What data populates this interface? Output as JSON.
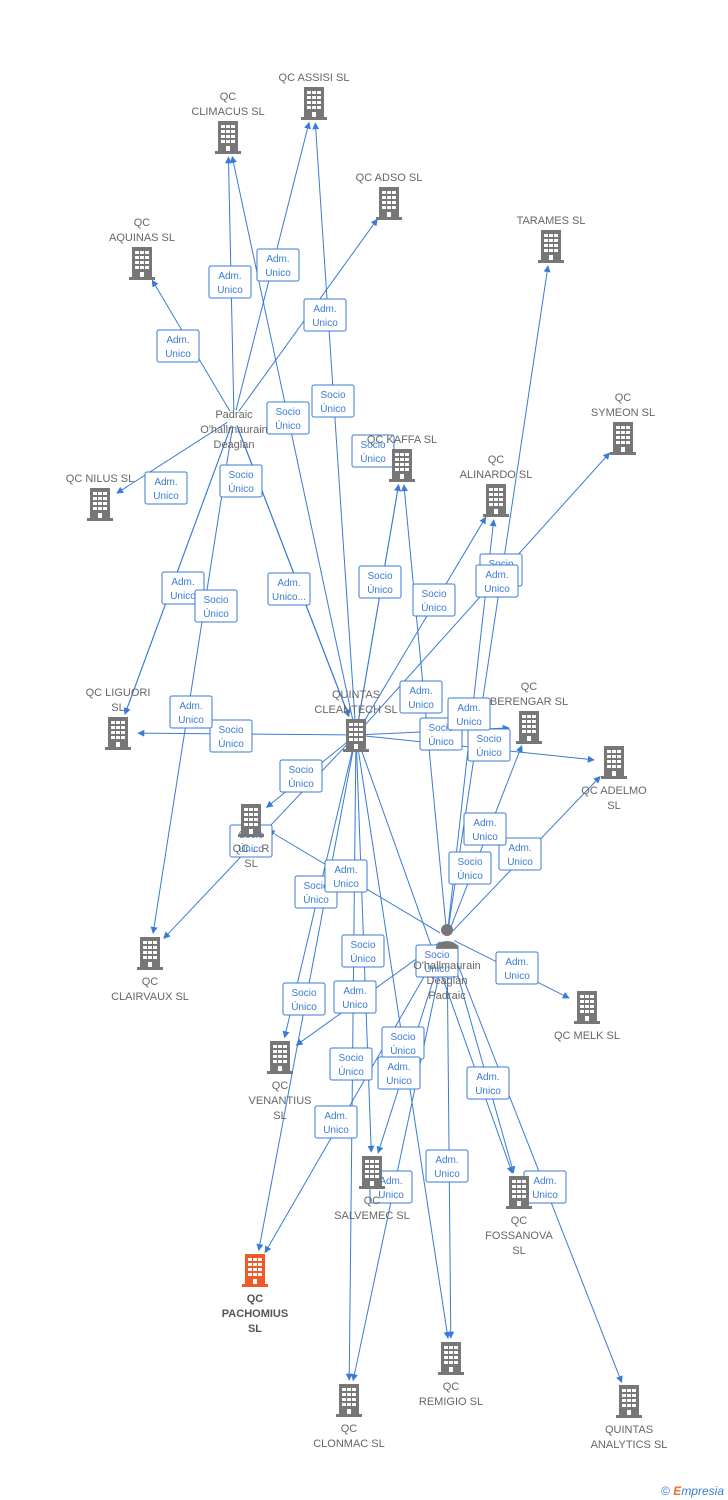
{
  "colors": {
    "edge": "#3a7bd5",
    "company": "#777777",
    "highlight": "#f05a28",
    "person": "#777777"
  },
  "footer": {
    "copyright": "©",
    "brand_initial": "E",
    "brand_rest": "mpresia"
  },
  "nodes": [
    {
      "id": "assisi",
      "type": "company",
      "lines": [
        "QC ASSISI  SL"
      ]
    },
    {
      "id": "climacus",
      "type": "company",
      "lines": [
        "QC",
        "CLIMACUS  SL"
      ]
    },
    {
      "id": "adso",
      "type": "company",
      "lines": [
        "QC ADSO  SL"
      ]
    },
    {
      "id": "aquinas",
      "type": "company",
      "lines": [
        "QC",
        "AQUINAS  SL"
      ]
    },
    {
      "id": "tarames",
      "type": "company",
      "lines": [
        "TARAMES  SL"
      ]
    },
    {
      "id": "symeon",
      "type": "company",
      "lines": [
        "QC",
        "SYMEON  SL"
      ]
    },
    {
      "id": "padraic1",
      "type": "person_label",
      "lines": [
        "Padraic",
        "O'hallmaurain",
        "Deaglan"
      ]
    },
    {
      "id": "kaffa",
      "type": "company",
      "lines": [
        "QC KAFFA  SL"
      ]
    },
    {
      "id": "nilus",
      "type": "company",
      "lines": [
        "QC NILUS  SL"
      ]
    },
    {
      "id": "alinardo",
      "type": "company",
      "lines": [
        "QC",
        "ALINARDO  SL"
      ]
    },
    {
      "id": "liguori",
      "type": "company",
      "lines": [
        "QC LIGUORI",
        "SL"
      ]
    },
    {
      "id": "quintas",
      "type": "company",
      "lines": [
        "QUINTAS",
        "CLEANTECH SL"
      ]
    },
    {
      "id": "berengar",
      "type": "company",
      "lines": [
        "QC",
        "BERENGAR  SL"
      ]
    },
    {
      "id": "adelmo",
      "type": "company",
      "lines": [
        "QC ADELMO",
        "SL"
      ]
    },
    {
      "id": "qcr",
      "type": "company",
      "lines": [
        "QC ...R",
        "SL"
      ]
    },
    {
      "id": "clairvaux",
      "type": "company",
      "lines": [
        "QC",
        "CLAIRVAUX  SL"
      ]
    },
    {
      "id": "padraic2",
      "type": "person",
      "lines": [
        "O'hallmaurain",
        "Deaglan",
        "Padraic"
      ]
    },
    {
      "id": "melk",
      "type": "company",
      "lines": [
        "QC MELK  SL"
      ]
    },
    {
      "id": "venantius",
      "type": "company",
      "lines": [
        "QC",
        "VENANTIUS",
        "SL"
      ]
    },
    {
      "id": "salvemec",
      "type": "company",
      "lines": [
        "QC",
        "SALVEMEC  SL"
      ]
    },
    {
      "id": "fossanova",
      "type": "company",
      "lines": [
        "QC",
        "FOSSANOVA",
        "SL"
      ]
    },
    {
      "id": "pachomius",
      "type": "highlight",
      "lines": [
        "QC",
        "PACHOMIUS",
        "SL"
      ]
    },
    {
      "id": "remigio",
      "type": "company",
      "lines": [
        "QC",
        "REMIGIO  SL"
      ]
    },
    {
      "id": "clonmac",
      "type": "company",
      "lines": [
        "QC",
        "CLONMAC  SL"
      ]
    },
    {
      "id": "analytics",
      "type": "company",
      "lines": [
        "QUINTAS",
        "ANALYTICS  SL"
      ]
    }
  ],
  "edge_labels": [
    [
      "Adm.",
      "Unico"
    ],
    [
      "Adm.",
      "Unico"
    ],
    [
      "Adm.",
      "Unico"
    ],
    [
      "Adm.",
      "Unico"
    ],
    [
      "Socio",
      "Único"
    ],
    [
      "Socio",
      "Único"
    ],
    [
      "Socio",
      "Único"
    ],
    [
      "Adm.",
      "Unico"
    ],
    [
      "Socio",
      "Único"
    ],
    [
      "Adm.",
      "Unico"
    ],
    [
      "Socio",
      "Único"
    ],
    [
      "Adm.",
      "Unico..."
    ],
    [
      "Socio",
      "Único"
    ],
    [
      "Socio",
      "Único"
    ],
    [
      "Socio",
      "Único"
    ],
    [
      "Adm.",
      "Unico"
    ],
    [
      "Socio",
      "Único"
    ],
    [
      "Adm.",
      "Unico"
    ],
    [
      "Adm.",
      "Unico"
    ],
    [
      "Socio",
      "Único"
    ],
    [
      "Socio",
      "Único"
    ],
    [
      "Socio",
      "Único"
    ],
    [
      "Socio",
      "Único"
    ],
    [
      "Socio",
      "Único"
    ],
    [
      "Adm.",
      "Unico"
    ],
    [
      "Adm.",
      "Unico"
    ],
    [
      "Socio",
      "Único"
    ],
    [
      "Adm.",
      "Unico"
    ],
    [
      "Socio",
      "Único"
    ],
    [
      "Socio",
      "Único"
    ],
    [
      "Socio",
      "Único"
    ],
    [
      "Adm.",
      "Unico"
    ],
    [
      "Adm.",
      "Unico"
    ],
    [
      "Socio",
      "Único"
    ],
    [
      "Socio",
      "Único"
    ],
    [
      "Adm.",
      "Unico"
    ],
    [
      "Adm.",
      "Unico"
    ],
    [
      "Adm.",
      "Unico"
    ],
    [
      "Adm.",
      "Unico"
    ],
    [
      "Adm.",
      "Unico"
    ],
    [
      "Adm.",
      "Unico"
    ],
    [
      "Adm.",
      "Unico"
    ]
  ]
}
